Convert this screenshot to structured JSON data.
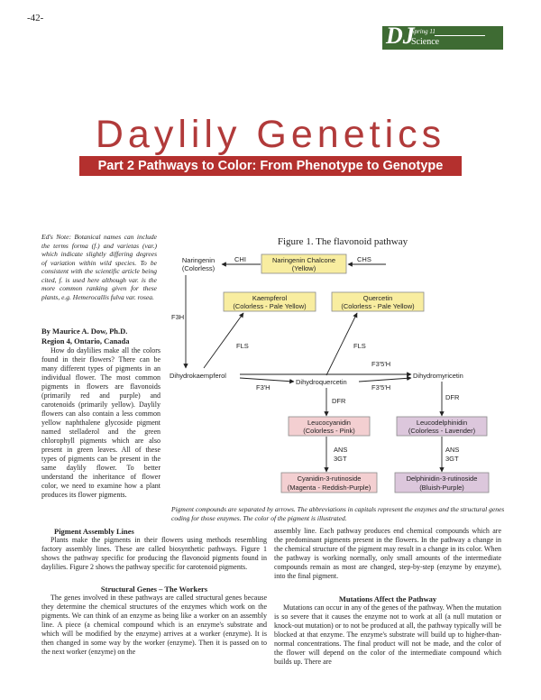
{
  "page": {
    "number": "-42-",
    "logo": {
      "mark": "DJ",
      "season": "Spring 11",
      "category": "Science"
    },
    "title": "Daylily Genetics",
    "subtitle": "Part 2 Pathways to Color: From Phenotype to Genotype"
  },
  "sidebar": {
    "note": "Ed's Note: Botanical names can include the terms forma (f.) and varietas (var.) which indicate slightly differing degrees of variation within wild species. To be consistent with the scientific article being cited, f. is used here although var. is the more common ranking given for these plants, e.g. Hemerocallis fulva var. rosea.",
    "author": "By Maurice A. Dow, Ph.D.",
    "region": "Region 4, Ontario, Canada",
    "intro": "How do daylilies make all the colors found in their flowers? There can be many different types of pigments in an individual flower. The most common pigments in flowers are flavonoids (primarily red and purple) and carotenoids (primarily yellow). Daylily flowers can also contain a less common yellow naphthalene glycoside pigment named stelladerol and the green chlorophyll pigments which are also present in green leaves. All of these types of pigments can be present in the same daylily flower. To better understand the inheritance of flower color, we need to examine how a plant produces its flower pigments."
  },
  "figure": {
    "title": "Figure 1. The flavonoid pathway",
    "colors": {
      "yellow": "#f8eda0",
      "pink": "#f3cfd1",
      "purple": "#dcc7dc",
      "border": "#8a8a8a"
    },
    "nodes": {
      "naringenin": [
        "Naringenin",
        "(Colorless)"
      ],
      "chalcone": [
        "Naringenin Chalcone",
        "(Yellow)"
      ],
      "kaempferol": [
        "Kaempferol",
        "(Colorless - Pale Yellow)"
      ],
      "quercetin": [
        "Quercetin",
        "(Colorless - Pale Yellow)"
      ],
      "dihydrokaempferol": "Dihydrokaempferol",
      "dihydroquercetin": "Dihydroquercetin",
      "dihydromyricetin": "Dihydromyricetin",
      "leucocyanidin": [
        "Leucocyanidin",
        "(Colorless - Pink)"
      ],
      "leucodelphinidin": [
        "Leucodelphinidin",
        "(Colorless - Lavender)"
      ],
      "cyanidin": [
        "Cyanidin-3-rutinoside",
        "(Magenta - Reddish-Purple)"
      ],
      "delphinidin": [
        "Delphinidin-3-rutinoside",
        "(Bluish-Purple)"
      ]
    },
    "enzymes": {
      "chi": "CHI",
      "chs": "CHS",
      "f3h": "F3H",
      "fls_left": "FLS",
      "fls_right": "FLS",
      "f35h_top": "F3'5'H",
      "f3h_prime": "F3'H",
      "f35h_bottom": "F3'5'H",
      "dfr_left": "DFR",
      "dfr_right": "DFR",
      "ans_left": "ANS",
      "gt_left": "3GT",
      "ans_right": "ANS",
      "gt_right": "3GT"
    },
    "caption": "Pigment compounds are separated by arrows. The abbreviations in capitals represent the enzymes and the structural genes coding for those enzymes. The color of the pigment is illustrated."
  },
  "body": {
    "assembly_heading": "Pigment Assembly Lines",
    "assembly": "Plants make the pigments in their flowers using methods resembling factory assembly lines. These are called biosynthetic pathways. Figure 1 shows the pathway specific for producing the flavonoid pigments found in daylilies. Figure 2 shows the pathway specific for carotenoid pigments.",
    "structural_heading": "Structural Genes – The Workers",
    "structural": "The genes involved in these pathways are called structural genes because they determine the chemical structures of the enzymes which work on the pigments. We can think of an enzyme as being like a worker on an assembly line. A piece (a chemical compound which is an enzyme's substrate and which will be modified by the enzyme) arrives at a worker (enzyme). It is then changed in some way by the worker (enzyme). Then it is passed on to the next worker (enzyme) on the",
    "right_col": "assembly line. Each pathway produces end chemical compounds which are the predominant pigments present in the flowers. In the pathway a change in the chemical structure of the pigment may result in a change in its color. When the pathway is working normally, only small amounts of the intermediate compounds remain as most are changed, step-by-step (enzyme by enzyme), into the final pigment.",
    "mutations_heading": "Mutations Affect the Pathway",
    "mutations": "Mutations can occur in any of the genes of the pathway. When the mutation is so severe that it causes the enzyme not to work at all (a null mutation or knock-out mutation) or to not be produced at all, the pathway typically will be blocked at that enzyme. The enzyme's substrate will build up to higher-than-normal concentrations. The final product will not be made, and the color of the flower will depend on the color of the intermediate compound which builds up. There are"
  }
}
